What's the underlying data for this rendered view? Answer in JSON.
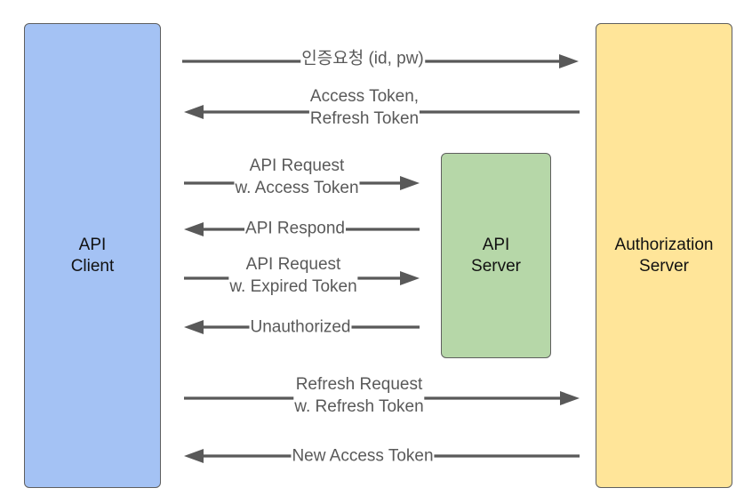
{
  "participants": {
    "client": {
      "label": "API\nClient",
      "fill": "#a4c2f4"
    },
    "api_server": {
      "label": "API\nServer",
      "fill": "#b6d7a8"
    },
    "auth_server": {
      "label": "Authorization\nServer",
      "fill": "#ffe599"
    }
  },
  "colors": {
    "arrow": "#595959",
    "label_text": "#595959",
    "box_border": "#5f5f5f"
  },
  "messages": [
    {
      "label": "인증요청 (id, pw)",
      "from": "client",
      "to": "auth_server",
      "direction": "right"
    },
    {
      "label": "Access Token,\nRefresh Token",
      "from": "auth_server",
      "to": "client",
      "direction": "left"
    },
    {
      "label": "API Request\nw. Access Token",
      "from": "client",
      "to": "api_server",
      "direction": "right"
    },
    {
      "label": "API Respond",
      "from": "api_server",
      "to": "client",
      "direction": "left"
    },
    {
      "label": "API Request\nw. Expired Token",
      "from": "client",
      "to": "api_server",
      "direction": "right"
    },
    {
      "label": "Unauthorized",
      "from": "api_server",
      "to": "client",
      "direction": "left"
    },
    {
      "label": "Refresh Request\nw. Refresh Token",
      "from": "client",
      "to": "auth_server",
      "direction": "right"
    },
    {
      "label": "New Access Token",
      "from": "auth_server",
      "to": "client",
      "direction": "left"
    }
  ]
}
